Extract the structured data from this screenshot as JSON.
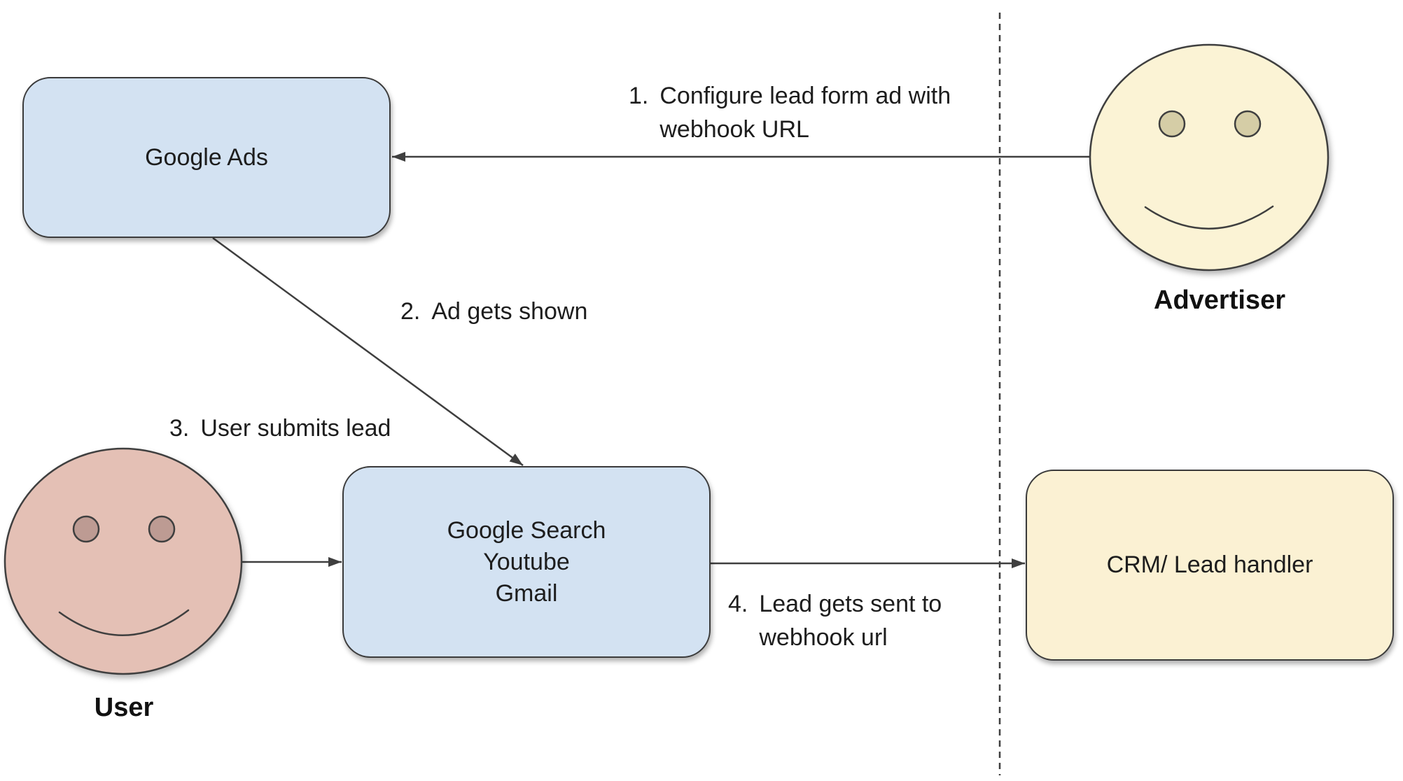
{
  "diagram": {
    "nodes": {
      "google_ads": {
        "label": "Google Ads"
      },
      "google_surfaces": {
        "lines": [
          "Google Search",
          "Youtube",
          "Gmail"
        ]
      },
      "crm": {
        "label": "CRM/ Lead handler"
      }
    },
    "actors": {
      "advertiser": {
        "label": "Advertiser"
      },
      "user": {
        "label": "User"
      }
    },
    "steps": [
      {
        "num": "1.",
        "lines": [
          "Configure lead form ad with",
          "webhook URL"
        ]
      },
      {
        "num": "2.",
        "lines": [
          "Ad gets shown"
        ]
      },
      {
        "num": "3.",
        "lines": [
          "User submits lead"
        ]
      },
      {
        "num": "4.",
        "lines": [
          "Lead gets sent to",
          "webhook url"
        ]
      }
    ],
    "theme": {
      "node_blue_fill": "#d3e2f2",
      "node_cream_fill": "#fbf1d3",
      "user_face_fill": "#e4c0b5",
      "user_eye_fill": "#bd9b93",
      "advertiser_face_fill": "#fbf3d5",
      "advertiser_eye_fill": "#d5cda6",
      "line_color": "#3f3f3f",
      "text_color": "#1d1d1d",
      "background": "#ffffff"
    }
  }
}
